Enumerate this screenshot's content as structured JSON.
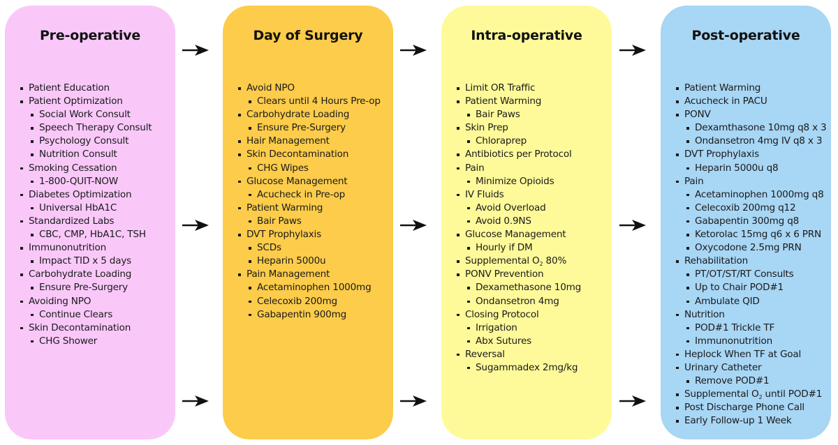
{
  "columns": [
    {
      "title": "Pre-operative",
      "color": "#f9c8f9",
      "items": [
        {
          "text": "Patient Education",
          "level": 0
        },
        {
          "text": "Patient Optimization",
          "level": 0
        },
        {
          "text": "Social Work Consult",
          "level": 1
        },
        {
          "text": "Speech Therapy Consult",
          "level": 1
        },
        {
          "text": "Psychology Consult",
          "level": 1
        },
        {
          "text": "Nutrition Consult",
          "level": 1
        },
        {
          "text": "Smoking Cessation",
          "level": 0
        },
        {
          "text": "1-800-QUIT-NOW",
          "level": 1
        },
        {
          "text": "Diabetes Optimization",
          "level": 0
        },
        {
          "text": "Universal HbA1C",
          "level": 1
        },
        {
          "text": "Standardized Labs",
          "level": 0
        },
        {
          "text": "CBC, CMP, HbA1C, TSH",
          "level": 1
        },
        {
          "text": "Immunonutrition",
          "level": 0
        },
        {
          "text": "Impact TID x 5 days",
          "level": 1
        },
        {
          "text": "Carbohydrate Loading",
          "level": 0
        },
        {
          "text": "Ensure Pre-Surgery",
          "level": 1
        },
        {
          "text": "Avoiding NPO",
          "level": 0
        },
        {
          "text": "Continue Clears",
          "level": 1
        },
        {
          "text": "Skin Decontamination",
          "level": 0
        },
        {
          "text": "CHG Shower",
          "level": 1
        }
      ]
    },
    {
      "title": "Day of Surgery",
      "color": "#fccc4a",
      "items": [
        {
          "text": "Avoid NPO",
          "level": 0
        },
        {
          "text": "Clears until 4 Hours Pre-op",
          "level": 1
        },
        {
          "text": "Carbohydrate Loading",
          "level": 0
        },
        {
          "text": "Ensure Pre-Surgery",
          "level": 1
        },
        {
          "text": "Hair Management",
          "level": 0
        },
        {
          "text": "Skin Decontamination",
          "level": 0
        },
        {
          "text": "CHG Wipes",
          "level": 1
        },
        {
          "text": "Glucose Management",
          "level": 0
        },
        {
          "text": "Acucheck in Pre-op",
          "level": 1
        },
        {
          "text": "Patient Warming",
          "level": 0
        },
        {
          "text": "Bair Paws",
          "level": 1
        },
        {
          "text": "DVT Prophylaxis",
          "level": 0
        },
        {
          "text": "SCDs",
          "level": 1
        },
        {
          "text": "Heparin 5000u",
          "level": 1
        },
        {
          "text": "Pain Management",
          "level": 0
        },
        {
          "text": "Acetaminophen 1000mg",
          "level": 1
        },
        {
          "text": "Celecoxib 200mg",
          "level": 1
        },
        {
          "text": "Gabapentin 900mg",
          "level": 1
        }
      ]
    },
    {
      "title": "Intra-operative",
      "color": "#fefa9a",
      "items": [
        {
          "text": "Limit OR Traffic",
          "level": 0
        },
        {
          "text": "Patient Warming",
          "level": 0
        },
        {
          "text": "Bair Paws",
          "level": 1
        },
        {
          "text": "Skin Prep",
          "level": 0
        },
        {
          "text": "Chloraprep",
          "level": 1
        },
        {
          "text": "Antibiotics per Protocol",
          "level": 0
        },
        {
          "text": "Pain",
          "level": 0
        },
        {
          "text": "Minimize Opioids",
          "level": 1
        },
        {
          "text": "IV Fluids",
          "level": 0
        },
        {
          "text": "Avoid Overload",
          "level": 1
        },
        {
          "text": "Avoid 0.9NS",
          "level": 1
        },
        {
          "text": "Glucose Management",
          "level": 0
        },
        {
          "text": "Hourly if DM",
          "level": 1
        },
        {
          "text": "Supplemental O",
          "sub": "2",
          "after": " 80%",
          "level": 0
        },
        {
          "text": "PONV Prevention",
          "level": 0
        },
        {
          "text": "Dexamethasone 10mg",
          "level": 1
        },
        {
          "text": "Ondansetron 4mg",
          "level": 1
        },
        {
          "text": "Closing Protocol",
          "level": 0
        },
        {
          "text": "Irrigation",
          "level": 1
        },
        {
          "text": "Abx Sutures",
          "level": 1
        },
        {
          "text": "Reversal",
          "level": 0
        },
        {
          "text": "Sugammadex 2mg/kg",
          "level": 1
        }
      ]
    },
    {
      "title": "Post-operative",
      "color": "#a8d6f5",
      "items": [
        {
          "text": "Patient Warming",
          "level": 0
        },
        {
          "text": "Acucheck in PACU",
          "level": 0
        },
        {
          "text": "PONV",
          "level": 0
        },
        {
          "text": "Dexamthasone 10mg q8 x 3",
          "level": 1
        },
        {
          "text": "Ondansetron 4mg IV q8 x 3",
          "level": 1
        },
        {
          "text": "DVT Prophylaxis",
          "level": 0
        },
        {
          "text": "Heparin 5000u q8",
          "level": 1
        },
        {
          "text": "Pain",
          "level": 0
        },
        {
          "text": "Acetaminophen 1000mg q8",
          "level": 1
        },
        {
          "text": "Celecoxib 200mg q12",
          "level": 1
        },
        {
          "text": "Gabapentin 300mg q8",
          "level": 1
        },
        {
          "text": "Ketorolac 15mg q6 x 6 PRN",
          "level": 1
        },
        {
          "text": "Oxycodone 2.5mg PRN",
          "level": 1
        },
        {
          "text": "Rehabilitation",
          "level": 0
        },
        {
          "text": "PT/OT/ST/RT Consults",
          "level": 1
        },
        {
          "text": "Up to Chair POD#1",
          "level": 1
        },
        {
          "text": "Ambulate QID",
          "level": 1
        },
        {
          "text": "Nutrition",
          "level": 0
        },
        {
          "text": "POD#1 Trickle TF",
          "level": 1
        },
        {
          "text": "Immunonutrition",
          "level": 1
        },
        {
          "text": "Heplock When TF at Goal",
          "level": 0
        },
        {
          "text": "Urinary Catheter",
          "level": 0
        },
        {
          "text": "Remove POD#1",
          "level": 1
        },
        {
          "text": "Supplemental O",
          "sub": "2",
          "after": " until POD#1",
          "level": 0
        },
        {
          "text": "Post Discharge Phone Call",
          "level": 0
        },
        {
          "text": "Early Follow-up 1 Week",
          "level": 0
        }
      ]
    }
  ]
}
